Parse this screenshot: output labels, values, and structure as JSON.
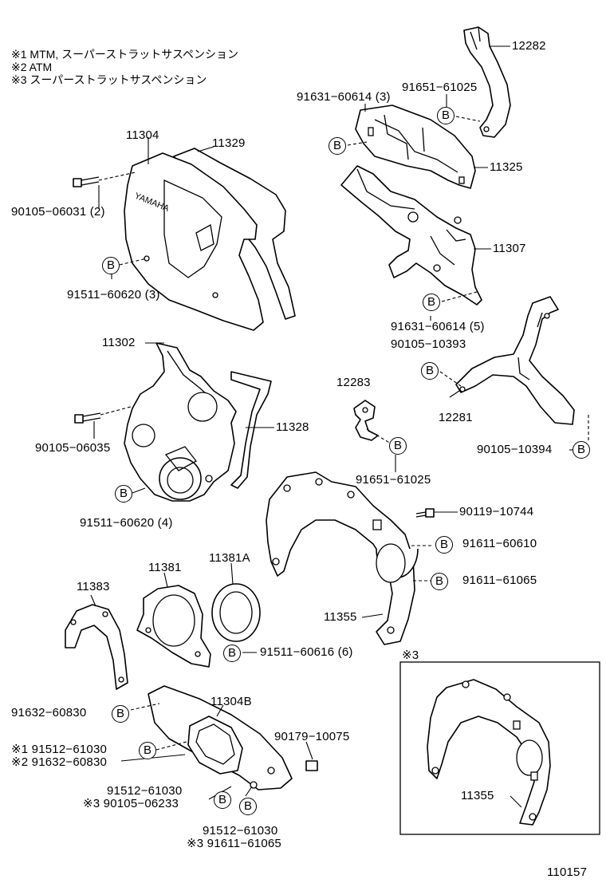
{
  "notes": [
    {
      "mark": "※1",
      "text": "MTM, スーパーストラットサスペンション"
    },
    {
      "mark": "※2",
      "text": "ATM"
    },
    {
      "mark": "※3",
      "text": "スーパーストラットサスペンション"
    }
  ],
  "bolt_marker": "B",
  "cover_brand": "YAMAHA",
  "parts": {
    "p12282": "12282",
    "p91651_61025_top": "91651−61025",
    "p91631_60614_3": "91631−60614 (3)",
    "p11325": "11325",
    "p11304": "11304",
    "p11329": "11329",
    "p90105_06031": "90105−06031 (2)",
    "p91511_60620_3": "91511−60620 (3)",
    "p11307": "11307",
    "p91631_60614_5": "91631−60614 (5)",
    "p90105_10393": "90105−10393",
    "p11302": "11302",
    "p12283": "12283",
    "p12281": "12281",
    "p11328": "11328",
    "p90105_06035": "90105−06035",
    "p90105_10394": "90105−10394",
    "p91651_61025_mid": "91651−61025",
    "p91511_60620_4": "91511−60620 (4)",
    "p90119_10744": "90119−10744",
    "p91611_60610": "91611−60610",
    "p11381A": "11381A",
    "p11381": "11381",
    "p11383": "11383",
    "p91611_61065": "91611−61065",
    "p11355": "11355",
    "p91511_60616": "91511−60616 (6)",
    "inset_mark": "※3",
    "p11304B": "11304B",
    "p91632_60830": "91632−60830",
    "p90179_10075": "90179−10075",
    "n1_91512_61030": "※1 91512−61030",
    "n2_91632_60830": "※2 91632−60830",
    "p91512_61030_a": "91512−61030",
    "n3_90105_06233": "※3 90105−06233",
    "p91512_61030_b": "91512−61030",
    "n3_91611_61065": "※3 91611−61065",
    "inset_11355": "11355",
    "diagram_number": "110157"
  }
}
